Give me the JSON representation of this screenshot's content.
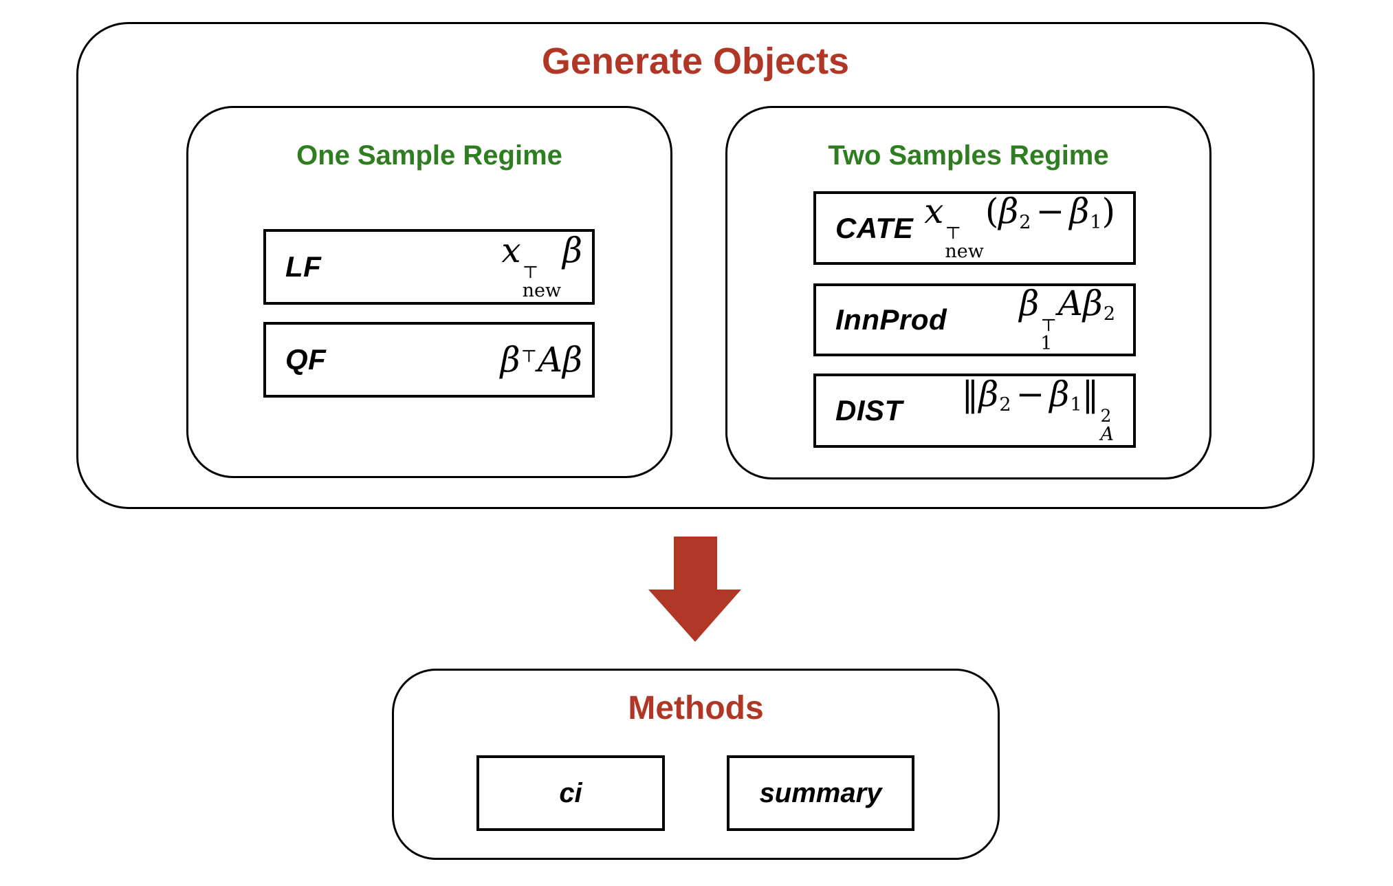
{
  "colors": {
    "accent_red": "#B03626",
    "accent_green": "#2E7D20"
  },
  "generate_objects": {
    "title": "Generate Objects",
    "one_sample": {
      "title": "One Sample Regime",
      "lf": {
        "label": "LF",
        "f": {
          "base": "x",
          "sup": "⊤",
          "sub": "new",
          "beta": "β"
        }
      },
      "qf": {
        "label": "QF",
        "f": {
          "b1": "β",
          "sup": "⊤",
          "A": "A",
          "b2": "β"
        }
      }
    },
    "two_samples": {
      "title": "Two Samples Regime",
      "cate": {
        "label": "CATE",
        "f": {
          "base": "x",
          "sup": "⊤",
          "sub": "new",
          "open": "(",
          "b2": "β",
          "s2": "2",
          "minus": "−",
          "b1": "β",
          "s1": "1",
          "close": ")"
        }
      },
      "innprod": {
        "label": "InnProd",
        "f": {
          "b1": "β",
          "sup": "⊤",
          "s1": "1",
          "A": "A",
          "b2": "β",
          "s2": "2"
        }
      },
      "dist": {
        "label": "DIST",
        "f": {
          "open": "‖",
          "b2": "β",
          "s2": "2",
          "minus": "−",
          "b1": "β",
          "s1": "1",
          "close": "‖",
          "sup": "2",
          "sub": "A"
        }
      }
    }
  },
  "methods": {
    "title": "Methods",
    "ci": {
      "label": "ci"
    },
    "summary": {
      "label": "summary"
    }
  }
}
